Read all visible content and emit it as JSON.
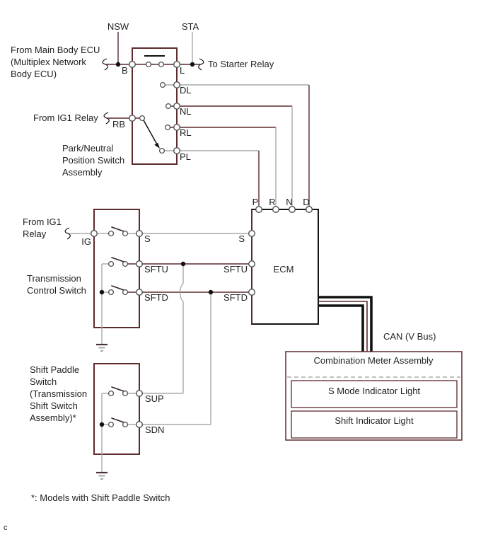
{
  "colors": {
    "wire_dark": "#5d2a2d",
    "wire_gray": "#a9a9a9",
    "ink": "#111111",
    "text": "#1f1f1f",
    "box_dark": "#5d2a2d",
    "dash_gray": "#9a9a9a"
  },
  "top": {
    "nsw": "NSW",
    "sta": "STA"
  },
  "external": {
    "from_main_body_ecu": [
      "From Main Body ECU",
      "(Multiplex Network",
      "Body ECU)"
    ],
    "to_starter_relay": "To Starter Relay",
    "from_ig1_relay": "From IG1 Relay",
    "from_ig1_relay2": [
      "From IG1",
      "Relay"
    ]
  },
  "pn_switch": {
    "name": [
      "Park/Neutral",
      "Position Switch",
      "Assembly"
    ],
    "terminals": {
      "b": "B",
      "l": "L",
      "dl": "DL",
      "nl": "NL",
      "rl": "RL",
      "pl": "PL",
      "rb": "RB"
    }
  },
  "ecm": {
    "label": "ECM",
    "top_terminals": {
      "p": "P",
      "r": "R",
      "n": "N",
      "d": "D"
    },
    "left_terminals": {
      "s": "S",
      "sftu": "SFTU",
      "sftd": "SFTD"
    }
  },
  "tcs": {
    "name": [
      "Transmission",
      "Control Switch"
    ],
    "terminals": {
      "ig": "IG",
      "s": "S",
      "sftu": "SFTU",
      "sftd": "SFTD"
    }
  },
  "sps": {
    "name": [
      "Shift Paddle",
      "Switch",
      "(Transmission",
      "Shift Switch",
      "Assembly)*"
    ],
    "terminals": {
      "sup": "SUP",
      "sdn": "SDN"
    }
  },
  "meter": {
    "title": "Combination Meter Assembly",
    "items": [
      "S Mode Indicator Light",
      "Shift Indicator Light"
    ]
  },
  "can_bus_label": "CAN (V Bus)",
  "footnote": "*: Models with Shift Paddle Switch",
  "page_marker": "c"
}
